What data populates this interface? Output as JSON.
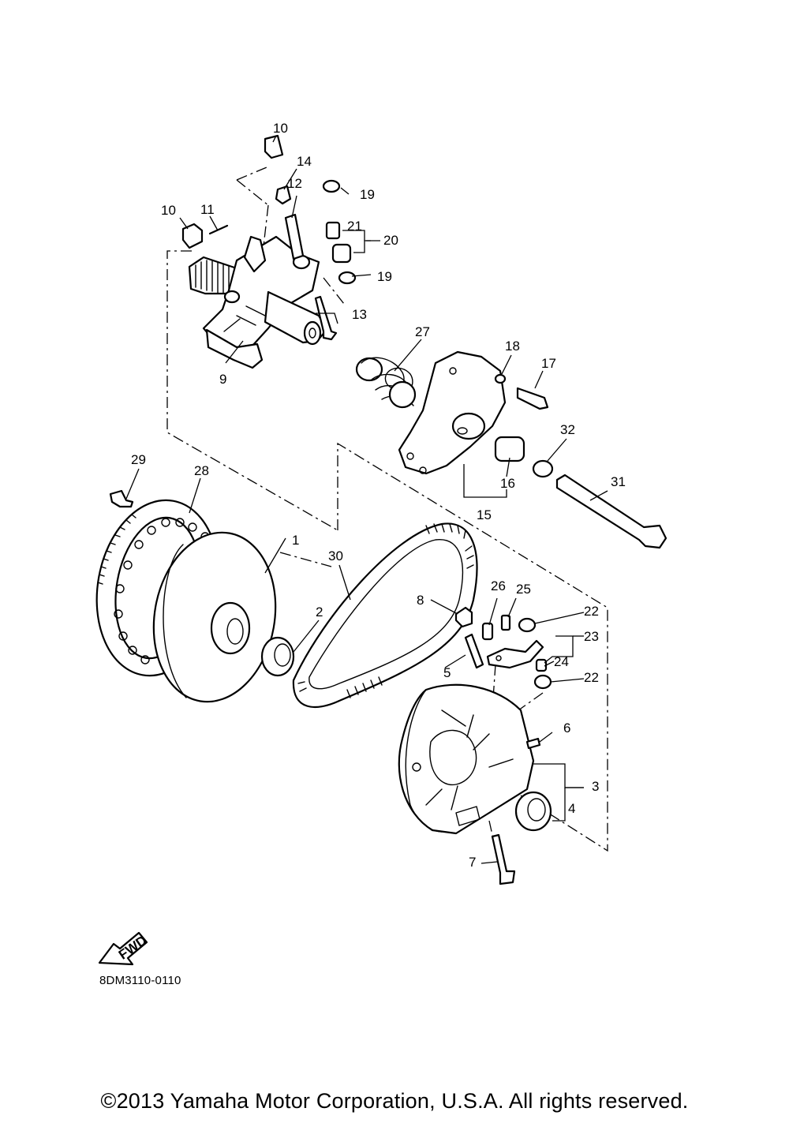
{
  "labels": {
    "p1": "1",
    "p2": "2",
    "p3": "3",
    "p4": "4",
    "p5": "5",
    "p6": "6",
    "p7": "7",
    "p8": "8",
    "p9": "9",
    "p10a": "10",
    "p10b": "10",
    "p11": "11",
    "p12": "12",
    "p13": "13",
    "p14": "14",
    "p15": "15",
    "p16": "16",
    "p17": "17",
    "p18": "18",
    "p19a": "19",
    "p19b": "19",
    "p20": "20",
    "p21": "21",
    "p22a": "22",
    "p22b": "22",
    "p23": "23",
    "p24": "24",
    "p25": "25",
    "p26": "26",
    "p27": "27",
    "p28": "28",
    "p29": "29",
    "p30": "30",
    "p31": "31",
    "p32": "32"
  },
  "fwd_badge": "FWD",
  "diagram_code": "8DM3110-0110",
  "copyright": "©2013 Yamaha Motor Corporation, U.S.A. All rights reserved."
}
